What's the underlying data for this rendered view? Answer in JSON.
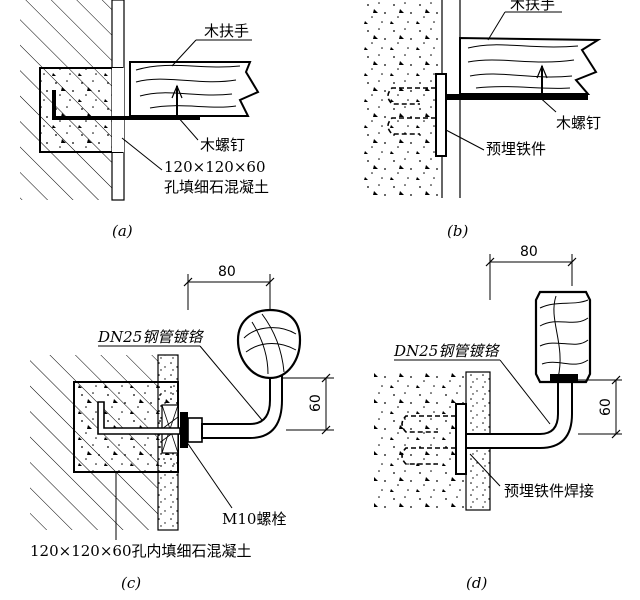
{
  "panel_a": {
    "caption": "(a)",
    "label_handrail": "木扶手",
    "label_screw": "木螺钉",
    "label_hole_1": "120×120×60",
    "label_hole_2": "孔填细石混凝土"
  },
  "panel_b": {
    "caption": "(b)",
    "label_handrail": "木扶手",
    "label_screw": "木螺钉",
    "label_embed": "预埋铁件"
  },
  "panel_c": {
    "caption": "(c)",
    "dim_width": "80",
    "dim_height": "60",
    "label_pipe": "DN25钢管镀铬",
    "label_bolt": "M10螺栓",
    "label_hole": "120×120×60孔内填细石混凝土"
  },
  "panel_d": {
    "caption": "(d)",
    "dim_width": "80",
    "dim_height": "60",
    "label_pipe": "DN25钢管镀铬",
    "label_weld": "预埋铁件焊接"
  },
  "colors": {
    "line": "#000000",
    "background": "#ffffff"
  }
}
